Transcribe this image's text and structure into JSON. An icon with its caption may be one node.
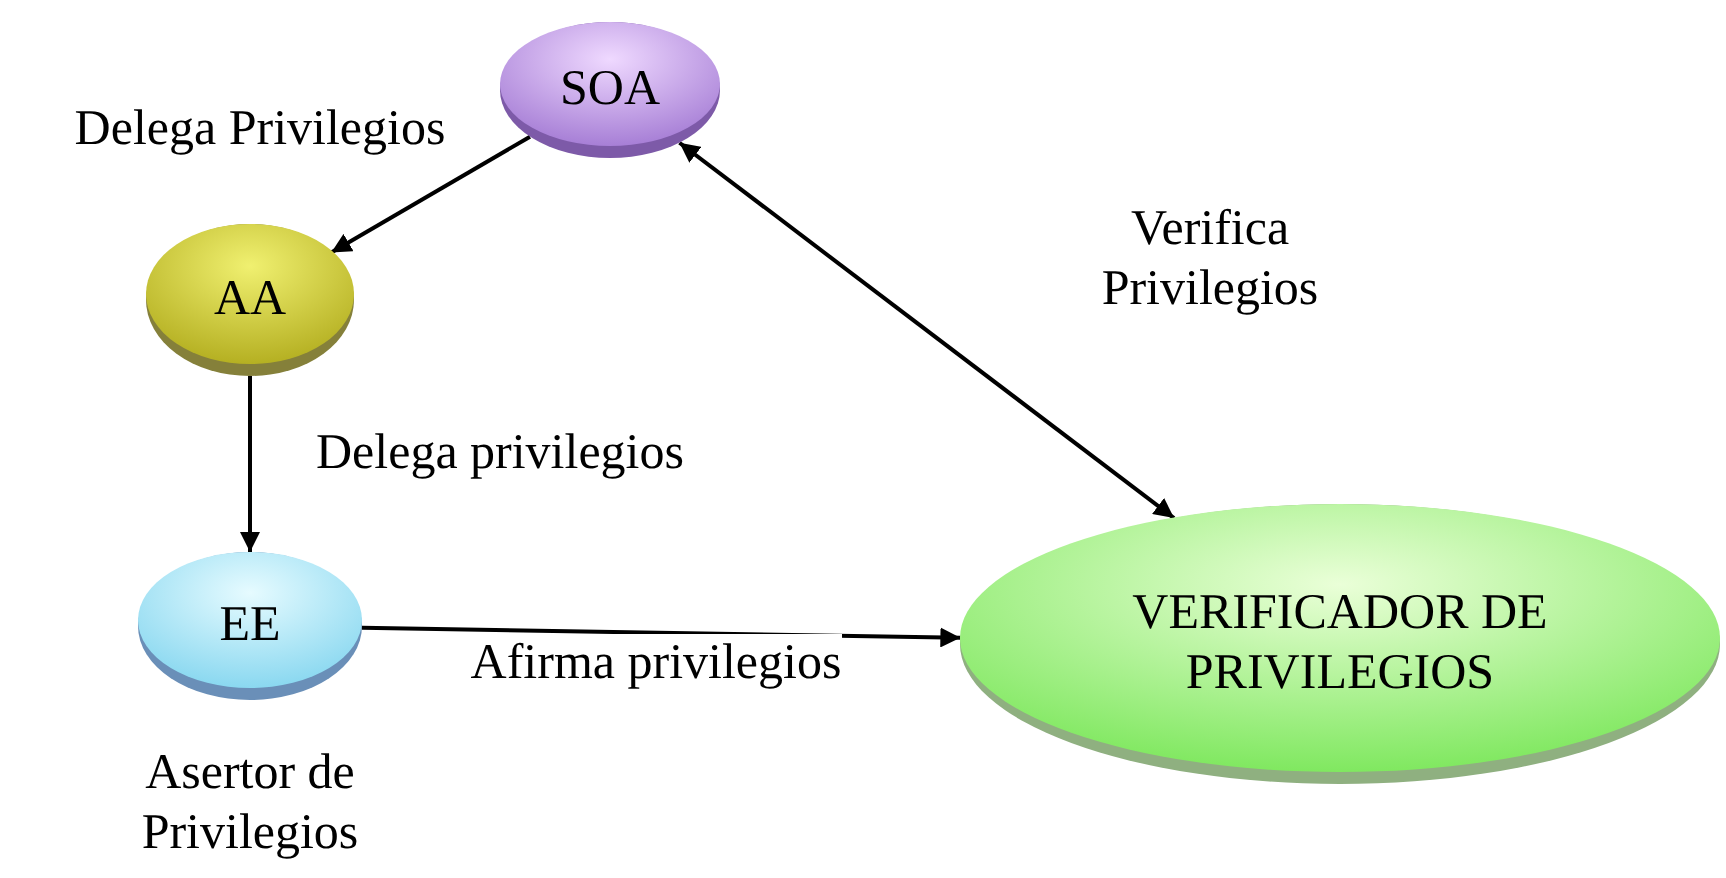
{
  "diagram": {
    "nodes": [
      {
        "text": [
          "SOA"
        ]
      },
      {
        "text": [
          "AA"
        ]
      },
      {
        "text": [
          "EE"
        ],
        "beside": [
          "Asertor de Privilegios"
        ]
      },
      {
        "text": [
          "VERIFICADOR DE PRIVILEGIOS"
        ]
      }
    ],
    "edges": [
      {
        "from": 0,
        "to": 1,
        "arrow": "to",
        "label": "Delega Privilegios"
      },
      {
        "from": 1,
        "to": 2,
        "arrow": "to",
        "label": "Delega privilegios"
      },
      {
        "from": 2,
        "to": 3,
        "arrow": "to",
        "label": "Afirma privilegios"
      },
      {
        "from": 0,
        "to": 3,
        "arrow": "both",
        "label": "Verifica Privilegios"
      }
    ]
  }
}
